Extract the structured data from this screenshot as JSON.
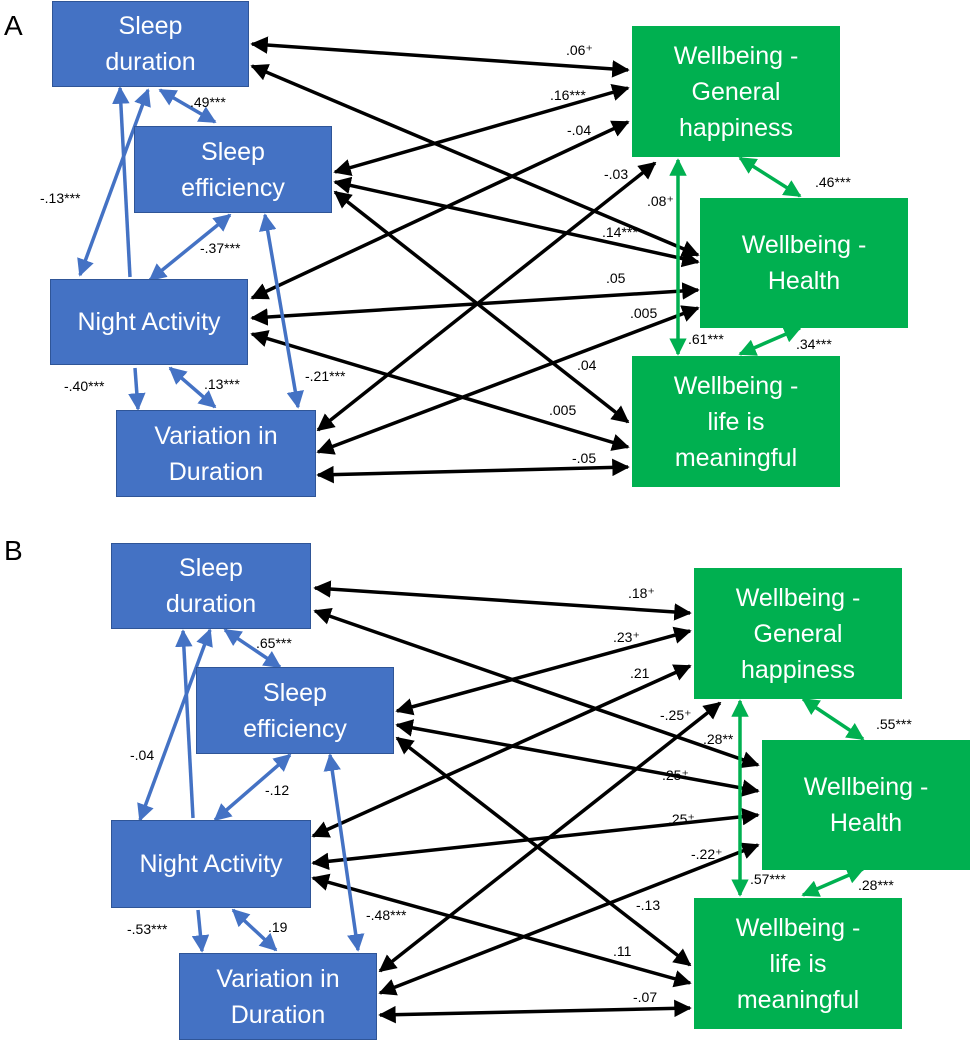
{
  "panels": [
    {
      "letter": "A",
      "nodes": {
        "sd": "Sleep\nduration",
        "se": "Sleep\nefficiency",
        "na": "Night Activity",
        "vd": "Variation in\nDuration",
        "wg": "Wellbeing -\nGeneral\nhappiness",
        "wh": "Wellbeing -\nHealth",
        "wl": "Wellbeing -\nlife is\nmeaningful"
      },
      "coefficients": {
        "sd_se": ".49***",
        "sd_na": "-.13***",
        "se_na": "-.37***",
        "se_vd": "-.21***",
        "na_vd": ".13***",
        "sdn_vd": "-.40***",
        "wg_wh": ".46***",
        "wg_wl": ".61***",
        "wh_wl": ".34***",
        "sd_wg": ".06⁺",
        "se_wg": ".16***",
        "na_wg": "-.04",
        "vd_wg": "-.03",
        "sd_wh": ".08⁺",
        "se_wh": ".14***",
        "na_wh": ".05",
        "vd_wh": ".005",
        "se_wl": ".04",
        "na_wl": ".005",
        "vd_wl": "-.05"
      }
    },
    {
      "letter": "B",
      "nodes": {
        "sd": "Sleep\nduration",
        "se": "Sleep\nefficiency",
        "na": "Night Activity",
        "vd": "Variation in\nDuration",
        "wg": "Wellbeing -\nGeneral\nhappiness",
        "wh": "Wellbeing -\nHealth",
        "wl": "Wellbeing -\nlife is\nmeaningful"
      },
      "coefficients": {
        "sd_se": ".65***",
        "sd_na": "-.04",
        "se_na": "-.12",
        "se_vd": "-.48***",
        "na_vd": ".19",
        "sdn_vd": "-.53***",
        "wg_wh": ".55***",
        "wg_wl": ".57***",
        "wh_wl": ".28***",
        "sd_wg": ".18⁺",
        "se_wg": ".23⁺",
        "na_wg": ".21",
        "vd_wg": "-.25⁺",
        "sd_wh": ".28**",
        "se_wh": ".25⁺",
        "na_wh": ".25⁺",
        "vd_wh": "-.22⁺",
        "se_wl": "-.13",
        "na_wl": ".11",
        "vd_wl": "-.07"
      }
    }
  ],
  "colors": {
    "sleep_box": "#4472c4",
    "wellbeing_box": "#00b050",
    "sleep_arrow": "#4472c4",
    "wellbeing_arrow": "#00b050",
    "cross_arrow": "#000000"
  }
}
